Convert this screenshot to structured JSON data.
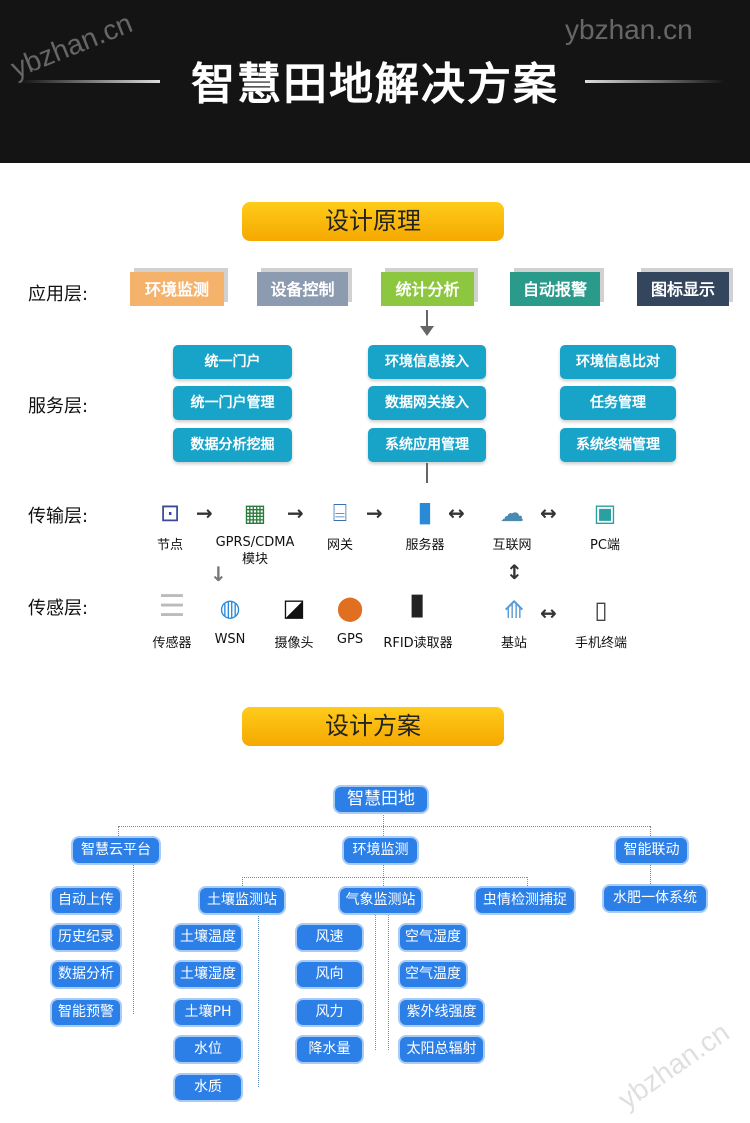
{
  "watermark": "ybzhan.cn",
  "title": "智慧田地解决方案",
  "section1": "设计原理",
  "section2": "设计方案",
  "layers": {
    "app": "应用层:",
    "service": "服务层:",
    "transport": "传输层:",
    "sensing": "传感层:"
  },
  "app_items": [
    {
      "label": "环境监测",
      "color": "#f5b26b"
    },
    {
      "label": "设备控制",
      "color": "#8d9bb0"
    },
    {
      "label": "统计分析",
      "color": "#8dc63f"
    },
    {
      "label": "自动报警",
      "color": "#2a9a8a"
    },
    {
      "label": "图标显示",
      "color": "#34465e"
    }
  ],
  "service_items": [
    [
      "统一门户",
      "统一门户管理",
      "数据分析挖掘"
    ],
    [
      "环境信息接入",
      "数据网关接入",
      "系统应用管理"
    ],
    [
      "环境信息比对",
      "任务管理",
      "系统终端管理"
    ]
  ],
  "transport_items": [
    "节点",
    "GPRS/CDMA\n模块",
    "网关",
    "服务器",
    "互联网",
    "PC端"
  ],
  "sensing_items": [
    "传感器",
    "WSN",
    "摄像头",
    "GPS",
    "RFID读取器",
    "基站",
    "手机终端"
  ],
  "tree": {
    "root": "智慧田地",
    "l2": [
      "智慧云平台",
      "环境监测",
      "智能联动"
    ],
    "cloud": [
      "自动上传",
      "历史纪录",
      "数据分析",
      "智能预警"
    ],
    "env": [
      "土壤监测站",
      "气象监测站",
      "虫情检测捕捉"
    ],
    "linkage": [
      "水肥一体系统"
    ],
    "soil": [
      "土壤温度",
      "土壤湿度",
      "土壤PH",
      "水位",
      "水质"
    ],
    "weather_left": [
      "风速",
      "风向",
      "风力",
      "降水量"
    ],
    "weather_right": [
      "空气湿度",
      "空气温度",
      "紫外线强度",
      "太阳总辐射"
    ]
  }
}
